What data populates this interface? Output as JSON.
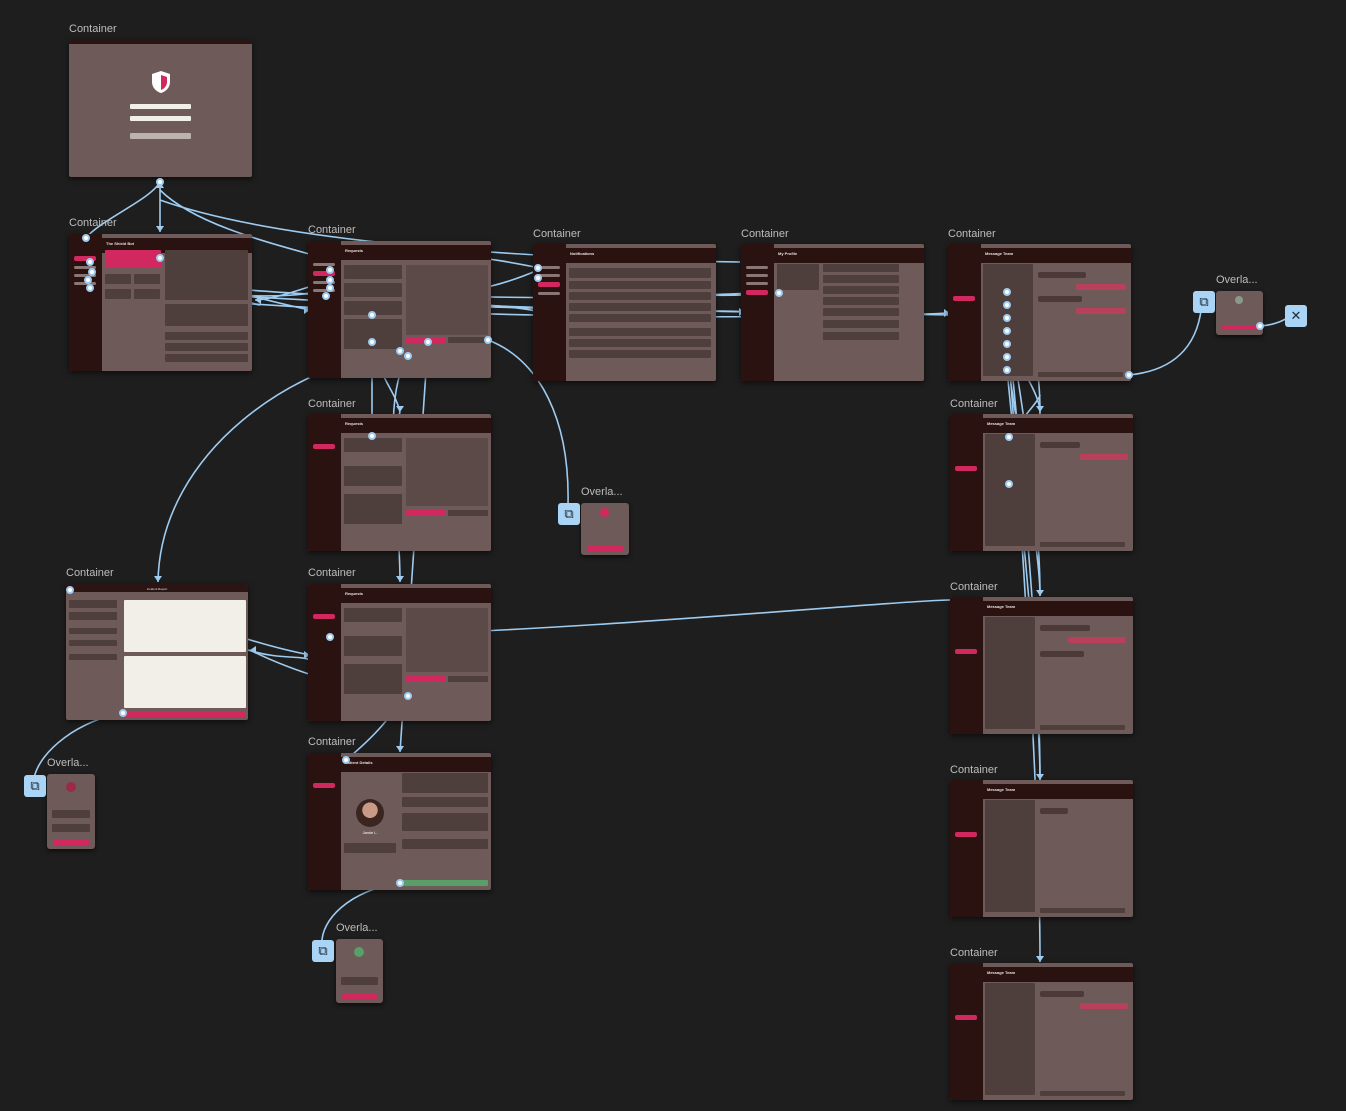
{
  "canvas_labels": {
    "container": "Container",
    "overlay": "Overla..."
  },
  "screens": {
    "login": {
      "title": ""
    },
    "dashboard": {
      "title": "The Shield Bot"
    },
    "requests": {
      "title": "Requests"
    },
    "notifications": {
      "title": "Notifications"
    },
    "profile": {
      "title": "My Profile"
    },
    "message_team": {
      "title": "Message Team"
    },
    "incident_report": {
      "title": "Incident Report"
    },
    "patient_details": {
      "title": "Patient Details",
      "patient_name": "Jamie L."
    }
  },
  "icons": {
    "overlay_trigger": "overlay-add-icon",
    "close": "close-icon",
    "logo": "shield-logo-icon"
  },
  "colors": {
    "canvas": "#1e1e1e",
    "screen_bg": "#6e5a58",
    "sidebar": "#2a1211",
    "accent": "#d0285f",
    "connector": "#9ecbf0",
    "success": "#5a9e6a"
  }
}
